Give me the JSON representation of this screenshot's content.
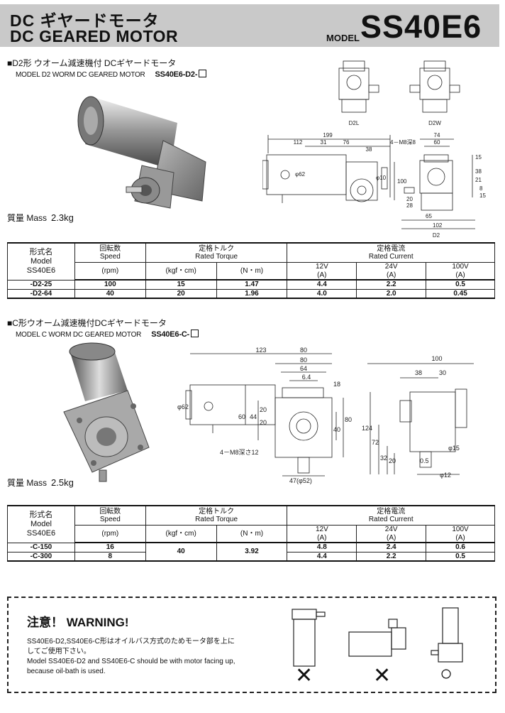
{
  "header": {
    "title_jp": "DC ギヤードモータ",
    "title_en": "DC GEARED MOTOR",
    "model_label": "MODEL",
    "model": "SS40E6"
  },
  "section1": {
    "title": "■D2形 ウオーム減速機付 DCギヤードモータ",
    "subtitle": "MODEL D2 WORM DC GEARED MOTOR",
    "model_code": "SS40E6-D2-",
    "mass_label": "質量 Mass",
    "mass_value": "2.3kg",
    "view_labels": [
      "D2L",
      "D2W",
      "D2"
    ],
    "dims": [
      "199",
      "112",
      "31",
      "76",
      "38",
      "74",
      "60",
      "4－M8深8",
      "φ62",
      "φ10",
      "100",
      "20",
      "28",
      "65",
      "102",
      "15",
      "38",
      "21",
      "8",
      "15"
    ]
  },
  "table1": {
    "h_model": [
      "形式名",
      "Model",
      "SS40E6"
    ],
    "h_speed": [
      "回転数",
      "Speed"
    ],
    "h_torque": [
      "定格トルク",
      "Rated Torque"
    ],
    "h_current": [
      "定格電流",
      "Rated Current"
    ],
    "unit_rpm": "(rpm)",
    "unit_kgf": "(kgf・cm)",
    "unit_nm": "(N・m)",
    "volts": [
      [
        "12V",
        "(A)"
      ],
      [
        "24V",
        "(A)"
      ],
      [
        "100V",
        "(A)"
      ]
    ],
    "rows": [
      {
        "model": "-D2-25",
        "speed": "100",
        "kgf": "15",
        "nm": "1.47",
        "a12": "4.4",
        "a24": "2.2",
        "a100": "0.5"
      },
      {
        "model": "-D2-64",
        "speed": "40",
        "kgf": "20",
        "nm": "1.96",
        "a12": "4.0",
        "a24": "2.0",
        "a100": "0.45"
      }
    ]
  },
  "section2": {
    "title": "■C形ウオーム減速機付DCギヤードモータ",
    "subtitle": "MODEL C WORM DC GEARED MOTOR",
    "model_code": "SS40E6-C-",
    "mass_label": "質量 Mass",
    "mass_value": "2.5kg",
    "dims": [
      "123",
      "80",
      "80",
      "64",
      "6.4",
      "18",
      "φ62",
      "60",
      "44",
      "20",
      "20",
      "40",
      "80",
      "4－M8深さ12",
      "47(φ52)",
      "100",
      "38",
      "30",
      "124",
      "72",
      "32",
      "20",
      "0.5",
      "φ15",
      "φ12"
    ]
  },
  "table2": {
    "h_model": [
      "形式名",
      "Model",
      "SS40E6"
    ],
    "h_speed": [
      "回転数",
      "Speed"
    ],
    "h_torque": [
      "定格トルク",
      "Rated Torque"
    ],
    "h_current": [
      "定格電流",
      "Rated Current"
    ],
    "unit_rpm": "(rpm)",
    "unit_kgf": "(kgf・cm)",
    "unit_nm": "(N・m)",
    "volts": [
      [
        "12V",
        "(A)"
      ],
      [
        "24V",
        "(A)"
      ],
      [
        "100V",
        "(A)"
      ]
    ],
    "kgf_shared": "40",
    "nm_shared": "3.92",
    "rows": [
      {
        "model": "-C-150",
        "speed": "16",
        "a12": "4.8",
        "a24": "2.4",
        "a100": "0.6"
      },
      {
        "model": "-C-300",
        "speed": "8",
        "a12": "4.4",
        "a24": "2.2",
        "a100": "0.5"
      }
    ]
  },
  "warning": {
    "title": "注意！ WARNING!",
    "jp_line1": "SS40E6-D2,SS40E6-C形はオイルバス方式のためモータ部を上に",
    "jp_line2": "してご使用下さい。",
    "en_line1": "Model SS40E6-D2 and SS40E6-C should be with motor facing up,",
    "en_line2": "because oil-bath is used.",
    "marks": [
      "✕",
      "✕",
      "○"
    ]
  },
  "colors": {
    "header_bg": "#c9c9c9",
    "ink": "#111111"
  }
}
